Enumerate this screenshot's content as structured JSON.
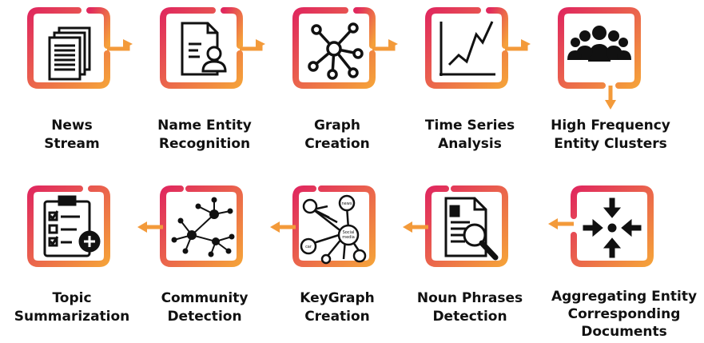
{
  "colors": {
    "gradient_start": "#e0285e",
    "gradient_end": "#f5a13a",
    "icon": "#111111"
  },
  "row1": [
    {
      "label": "News\nStream",
      "icon": "documents-stack-icon"
    },
    {
      "label": "Name Entity\nRecognition",
      "icon": "document-person-icon"
    },
    {
      "label": "Graph\nCreation",
      "icon": "graph-network-icon"
    },
    {
      "label": "Time Series\nAnalysis",
      "icon": "line-chart-icon"
    },
    {
      "label": "High Frequency\nEntity Clusters",
      "icon": "people-cluster-icon"
    }
  ],
  "row2": [
    {
      "label": "Topic\nSummarization",
      "icon": "clipboard-checklist-icon"
    },
    {
      "label": "Community\nDetection",
      "icon": "community-graph-icon"
    },
    {
      "label": "KeyGraph\nCreation",
      "icon": "keygraph-icon",
      "node_texts": [
        "news",
        "Social\nmedia",
        "car"
      ]
    },
    {
      "label": "Noun Phrases\nDetection",
      "icon": "document-magnifier-icon"
    },
    {
      "label": "Aggregating Entity\nCorresponding\nDocuments",
      "icon": "arrows-converge-icon"
    }
  ]
}
